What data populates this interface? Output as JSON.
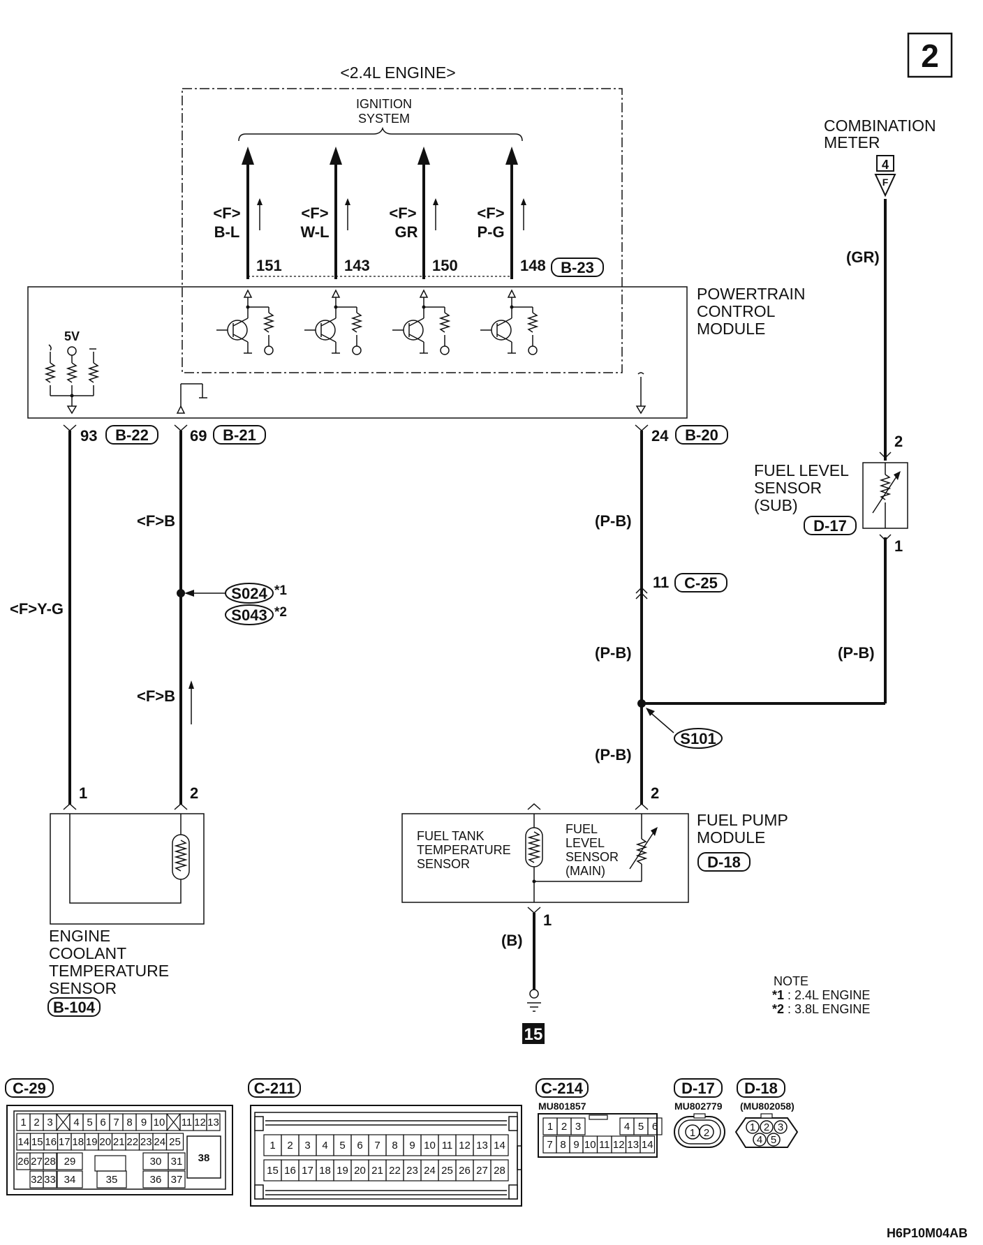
{
  "page_number": "2",
  "engine_group": "<2.4L ENGINE>",
  "ignition_system": [
    "IGNITION",
    "SYSTEM"
  ],
  "ignition_outputs": [
    {
      "label": "B-L",
      "pin": "151"
    },
    {
      "label": "W-L",
      "pin": "143"
    },
    {
      "label": "GR",
      "pin": "150"
    },
    {
      "label": "P-G",
      "pin": "148"
    }
  ],
  "f_marker": "<F>",
  "connectors": {
    "b23": "B-23",
    "b22": "B-22",
    "b21": "B-21",
    "b20": "B-20",
    "c25": "C-25",
    "d17": "D-17",
    "d18": "D-18",
    "b104": "B-104"
  },
  "pcm": [
    "POWERTRAIN",
    "CONTROL",
    "MODULE"
  ],
  "voltage": "5V",
  "pins": {
    "p93": "93",
    "p69": "69",
    "p24": "24",
    "p11": "11",
    "ect1": "1",
    "ect2": "2",
    "fpm2": "2",
    "fpm1": "1",
    "fls2": "2",
    "fls1": "1"
  },
  "wires": {
    "yg": "<F>Y-G",
    "fb_upper": "<F>B",
    "fb_lower": "<F>B",
    "pb1": "(P-B)",
    "pb2": "(P-B)",
    "pb3": "(P-B)",
    "pb4": "(P-B)",
    "gr": "(GR)",
    "b": "(B)"
  },
  "splices": {
    "s024": "S024",
    "s043": "S043",
    "s101": "S101",
    "star1": "*1",
    "star2": "*2"
  },
  "combination_meter": [
    "COMBINATION",
    "METER"
  ],
  "meter_connector": "4",
  "meter_pin": "F",
  "fuel_level_sensor_sub": [
    "FUEL LEVEL",
    "SENSOR",
    "(SUB)"
  ],
  "fuel_pump_module": [
    "FUEL PUMP",
    "MODULE"
  ],
  "fuel_tank_temp": [
    "FUEL TANK",
    "TEMPERATURE",
    "SENSOR"
  ],
  "fuel_level_main": [
    "FUEL",
    "LEVEL",
    "SENSOR",
    "(MAIN)"
  ],
  "ect_sensor": [
    "ENGINE",
    "COOLANT",
    "TEMPERATURE",
    "SENSOR"
  ],
  "ground_number": "15",
  "note": {
    "title": "NOTE",
    "items": [
      {
        "mark": "*1",
        "text": ": 2.4L ENGINE"
      },
      {
        "mark": "*2",
        "text": ": 3.8L ENGINE"
      }
    ]
  },
  "connector_views": {
    "c29": {
      "name": "C-29",
      "row1": [
        "1",
        "2",
        "3",
        "",
        "4",
        "5",
        "6",
        "7",
        "8",
        "9",
        "10",
        "",
        "11",
        "12",
        "13"
      ],
      "row2": [
        "14",
        "15",
        "16",
        "17",
        "18",
        "19",
        "20",
        "21",
        "22",
        "23",
        "24",
        "25"
      ],
      "row3": [
        "26",
        "27",
        "28",
        "29",
        "30",
        "31"
      ],
      "row4": [
        "32",
        "33",
        "34",
        "35",
        "36",
        "37"
      ],
      "big": "38"
    },
    "c211": {
      "name": "C-211",
      "row1": [
        "1",
        "2",
        "3",
        "4",
        "5",
        "6",
        "7",
        "8",
        "9",
        "10",
        "11",
        "12",
        "13",
        "14"
      ],
      "row2": [
        "15",
        "16",
        "17",
        "18",
        "19",
        "20",
        "21",
        "22",
        "23",
        "24",
        "25",
        "26",
        "27",
        "28"
      ]
    },
    "c214": {
      "name": "C-214",
      "part": "MU801857",
      "row1": [
        "1",
        "2",
        "3",
        "",
        "4",
        "5",
        "6"
      ],
      "row2": [
        "7",
        "8",
        "9",
        "10",
        "11",
        "12",
        "13",
        "14"
      ]
    },
    "d17": {
      "name": "D-17",
      "part": "MU802779",
      "pins": [
        "1",
        "2"
      ]
    },
    "d18": {
      "name": "D-18",
      "part": "(MU802058)",
      "pins": [
        "1",
        "2",
        "3",
        "4",
        "5"
      ]
    }
  },
  "doc_code": "H6P10M04AB"
}
